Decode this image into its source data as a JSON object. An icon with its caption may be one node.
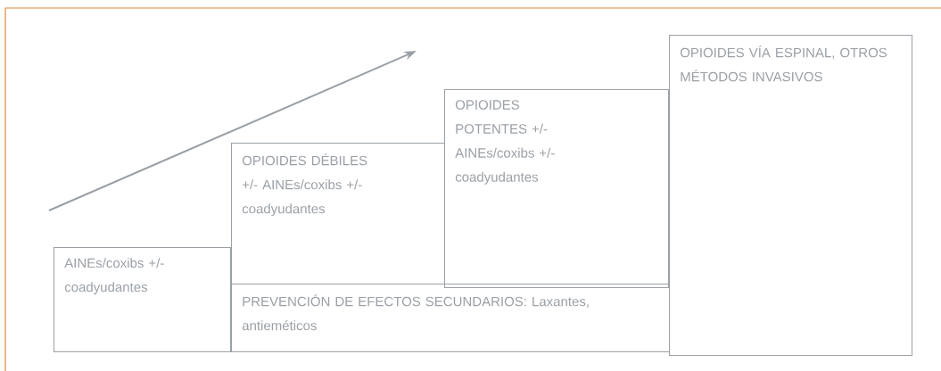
{
  "diagram": {
    "nodes": [
      {
        "text": [
          "AINEs/coxibs +/- coadyudantes"
        ]
      },
      {
        "text": [
          "OPIOIDES DÉBILES +/- AINEs/coxibs +/- coadyudantes"
        ]
      },
      {
        "text": [
          "PREVENCIÓN DE EFECTOS SECUNDARIOS: Laxantes, antieméticos"
        ]
      },
      {
        "text": [
          "OPIOIDES POTENTES +/- AINEs/coxibs +/- coadyudantes"
        ]
      },
      {
        "text": [
          "OPIOIDES VÍA ESPINAL, OTROS MÉTODOS INVASIVOS"
        ]
      }
    ],
    "edges": []
  }
}
